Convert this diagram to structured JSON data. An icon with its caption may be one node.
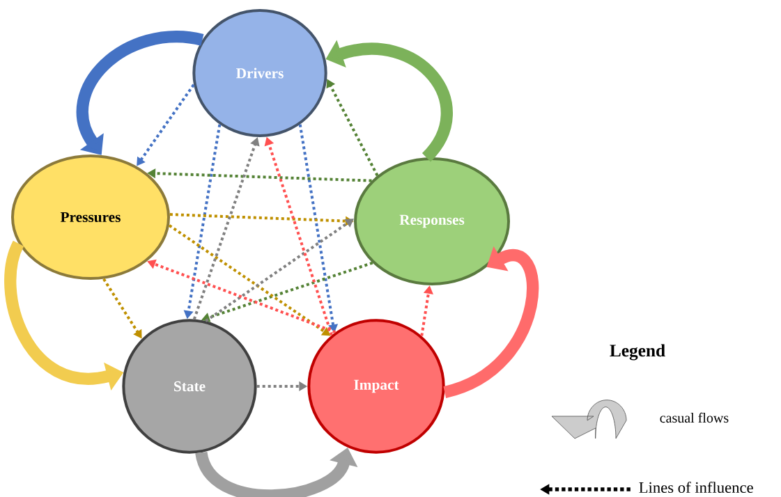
{
  "diagram": {
    "nodes": [
      {
        "text": [
          "Drivers"
        ]
      },
      {
        "text": [
          "Pressures"
        ]
      },
      {
        "text": [
          "Responses"
        ]
      },
      {
        "text": [
          "State"
        ]
      },
      {
        "text": [
          "Impact"
        ]
      }
    ],
    "edges": [
      {
        "from": 0,
        "to": 1,
        "arrow": "to",
        "style": "thick",
        "color": "#4472c4"
      },
      {
        "from": 1,
        "to": 3,
        "arrow": "to",
        "style": "thick",
        "color": "#f2cc4f"
      },
      {
        "from": 3,
        "to": 4,
        "arrow": "to",
        "style": "thick",
        "color": "#a0a0a0"
      },
      {
        "from": 4,
        "to": 2,
        "arrow": "to",
        "style": "thick",
        "color": "#ff6b6b"
      },
      {
        "from": 2,
        "to": 0,
        "arrow": "to",
        "style": "thick",
        "color": "#7cb25a"
      },
      {
        "from": 0,
        "to": 1,
        "arrow": "to",
        "style": "dashed",
        "color": "#4472c4"
      },
      {
        "from": 0,
        "to": 3,
        "arrow": "to",
        "style": "dashed",
        "color": "#4472c4"
      },
      {
        "from": 0,
        "to": 4,
        "arrow": "to",
        "style": "dashed",
        "color": "#4472c4"
      },
      {
        "from": 2,
        "to": 0,
        "arrow": "to",
        "style": "dashed",
        "color": "#548235"
      },
      {
        "from": 2,
        "to": 1,
        "arrow": "to",
        "style": "dashed",
        "color": "#548235"
      },
      {
        "from": 2,
        "to": 3,
        "arrow": "to",
        "style": "dashed",
        "color": "#548235"
      },
      {
        "from": 1,
        "to": 2,
        "arrow": "to",
        "style": "dashed",
        "color": "#bf9000"
      },
      {
        "from": 1,
        "to": 3,
        "arrow": "to",
        "style": "dashed",
        "color": "#bf9000"
      },
      {
        "from": 1,
        "to": 4,
        "arrow": "to",
        "style": "dashed",
        "color": "#bf9000"
      },
      {
        "from": 3,
        "to": 0,
        "arrow": "to",
        "style": "dashed",
        "color": "#808080"
      },
      {
        "from": 3,
        "to": 2,
        "arrow": "to",
        "style": "dashed",
        "color": "#808080"
      },
      {
        "from": 3,
        "to": 4,
        "arrow": "to",
        "style": "dashed",
        "color": "#808080"
      },
      {
        "from": 4,
        "to": 0,
        "arrow": "to",
        "style": "dashed",
        "color": "#ff5050"
      },
      {
        "from": 4,
        "to": 1,
        "arrow": "to",
        "style": "dashed",
        "color": "#ff5050"
      },
      {
        "from": 4,
        "to": 2,
        "arrow": "to",
        "style": "dashed",
        "color": "#ff5050"
      }
    ],
    "labels": [
      "Legend"
    ],
    "legend": [
      {
        "text": "casual flows"
      },
      {
        "text": "Lines of influence"
      }
    ]
  }
}
